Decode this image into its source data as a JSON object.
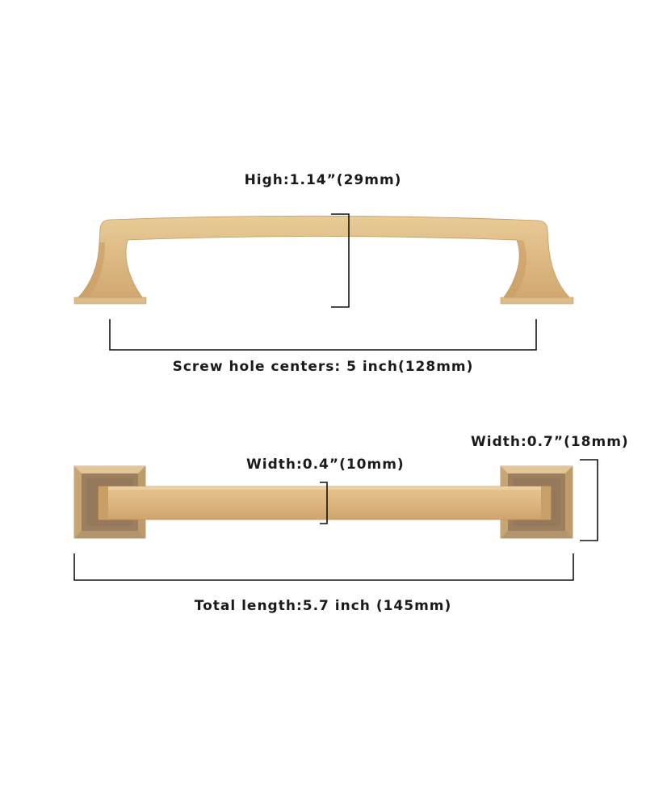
{
  "labels": {
    "height": "High:1.14”(29mm)",
    "screw_centers": "Screw hole centers: 5 inch(128mm)",
    "bar_width": "Width:0.4”(10mm)",
    "base_width": "Width:0.7”(18mm)",
    "total_length": "Total length:5.7 inch (145mm)"
  },
  "colors": {
    "handle": "#d9b47e",
    "handle_light": "#ebcf9e",
    "handle_dark": "#b8925c",
    "base_plate": "#a88866",
    "base_inner": "#937656",
    "dimension_line": "#111111"
  }
}
